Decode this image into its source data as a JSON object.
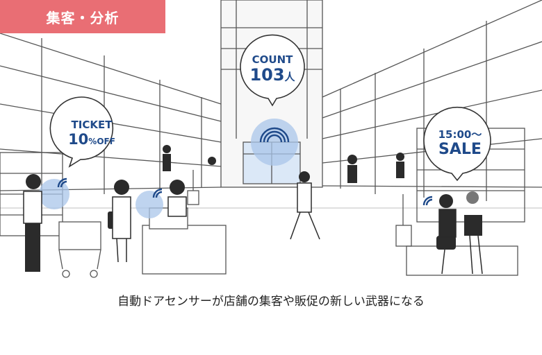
{
  "category_tag": "集客・分析",
  "bubbles": {
    "count": {
      "line1": "COUNT",
      "number": "103",
      "unit": "人"
    },
    "ticket": {
      "line1": "TICKET",
      "number": "10",
      "unit": "%OFF"
    },
    "sale": {
      "line1": "15:00～",
      "line2": "SALE"
    }
  },
  "caption": "自動ドアセンサーが店舗の集客や販促の新しい武器になる",
  "colors": {
    "tag": "#e96e74",
    "bubble_text": "#1f4a8a",
    "signal": "#a9c6ea",
    "line": "#555555"
  }
}
